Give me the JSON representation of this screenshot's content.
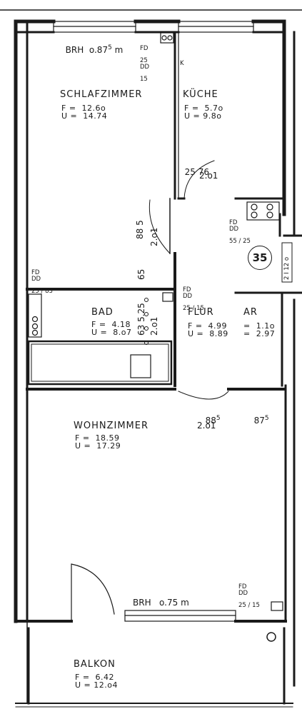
{
  "rooms": {
    "schlafzimmer": {
      "name": "SCHLAFZIMMER",
      "f": "F =  12.6o",
      "u": "U =  14.74"
    },
    "kueche": {
      "name": "KÜCHE",
      "f": "F =  5.7o",
      "u": "U = 9.8o"
    },
    "bad": {
      "name": "BAD",
      "f": "F =  4.18",
      "u": "U =  8.o7"
    },
    "flur": {
      "name": "FLUR",
      "f": "F =  4.99",
      "u": "U =  8.89"
    },
    "ar": {
      "name": "AR",
      "f": "=  1.1o",
      "u": "=  2.97"
    },
    "wohnzimmer": {
      "name": "WOHNZIMMER",
      "f": "F =  18.59",
      "u": "U =  17.29"
    },
    "balkon": {
      "name": "BALKON",
      "f": "F =  6.42",
      "u": "U = 12.o4"
    }
  },
  "sill_heights": {
    "top": {
      "label": "BRH  o.87",
      "sup": "5",
      "unit": " m"
    },
    "bottom": {
      "label": "BRH   o.75 m"
    }
  },
  "vents": {
    "kitchen_top": {
      "fd": "FD",
      "dd": "DD",
      "fd_val": "25",
      "dd_val": "15"
    },
    "k_mark": "K",
    "kitchen_right": {
      "fd": "FD",
      "dd": "DD",
      "val": "55 / 25"
    },
    "bedroom": {
      "fd": "FD",
      "dd": "DD",
      "val": "25 / 83"
    },
    "bath": {
      "fd": "FD",
      "dd": "DD",
      "val": "25 / 15"
    },
    "living": {
      "fd": "FD",
      "dd": "DD",
      "val": "25 / 15"
    }
  },
  "doors": {
    "kitchen": {
      "width_pre": "25",
      "width": "76",
      "height": "2.o1"
    },
    "bedroom": {
      "width": "88 5",
      "height": "2.o1"
    },
    "bedroom_65": "65",
    "bath": {
      "width": "63 5.25",
      "height": "2.o1"
    },
    "living": {
      "width": "88",
      "sup": "5",
      "height": "2.o1"
    },
    "storage": {
      "width": "87",
      "sup": "5"
    }
  },
  "unit": {
    "number": "35",
    "stair_note": "2 I 12 o"
  },
  "colors": {
    "wall": "#1a1a1a",
    "paper": "#ffffff",
    "line": "#333333"
  }
}
